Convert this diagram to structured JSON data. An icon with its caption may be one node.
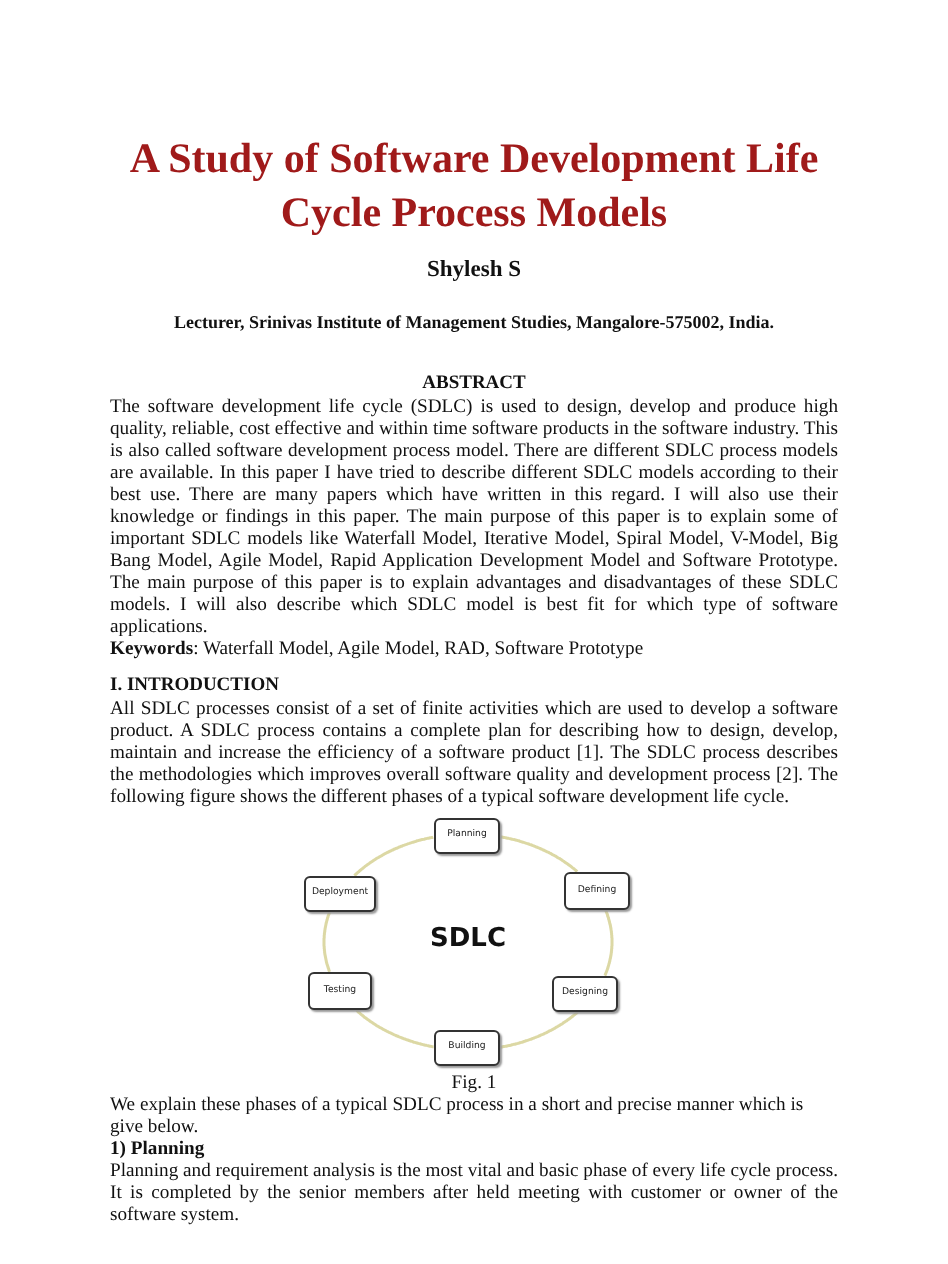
{
  "diagram": {
    "title": "A Study of Software Development Life Cycle Process Models",
    "nodes": [
      {
        "text": [
          "Planning"
        ]
      },
      {
        "text": [
          "Defining"
        ]
      },
      {
        "text": [
          "Designing"
        ]
      },
      {
        "text": [
          "Building"
        ]
      },
      {
        "text": [
          "Testing"
        ]
      },
      {
        "text": [
          "Deployment"
        ]
      }
    ],
    "edges": [
      {
        "from": 0,
        "to": 1,
        "arrow": "none"
      },
      {
        "from": 1,
        "to": 2,
        "arrow": "none"
      },
      {
        "from": 2,
        "to": 3,
        "arrow": "none"
      },
      {
        "from": 3,
        "to": 4,
        "arrow": "none"
      },
      {
        "from": 4,
        "to": 5,
        "arrow": "none"
      },
      {
        "from": 5,
        "to": 0,
        "arrow": "none"
      }
    ],
    "labels": [
      "Shylesh S",
      "Lecturer, Srinivas Institute of Management Studies, Mangalore-575002, India.",
      "ABSTRACT",
      "The software development life cycle (SDLC) is used to design, develop and produce high quality, reliable, cost effective and within time software products in the software industry. This is also called software development process model. There are different SDLC process models are available. In this paper I have tried to describe different SDLC models according to their best use. There are many papers which have written in this regard. I will also use their knowledge or findings in this paper. The main purpose of this paper is to explain some of important SDLC models like Waterfall Model, Iterative Model, Spiral Model, V-Model, Big Bang Model, Agile Model, Rapid Application Development Model and Software Prototype. The main purpose of this paper is to explain advantages and disadvantages of these SDLC models. I will also describe which SDLC model is best fit for which type of software applications.",
      "**Keywords**: Waterfall Model, Agile Model, RAD, Software Prototype",
      "I. INTRODUCTION",
      "All SDLC processes consist of a set of finite activities which are used to develop a software product. A SDLC process contains a complete plan for describing how to design, develop, maintain and increase the efficiency of a software product [1]. The SDLC process describes the methodologies which improves overall software quality and development process [2]. The following figure shows the different phases of a typical software development life cycle.",
      "SDLC",
      "Fig. 1",
      "We explain these phases of a typical SDLC process in a short and precise manner which is give below.",
      "1) Planning",
      "Planning and requirement analysis is the most vital and basic phase of every life cycle process. It is completed by the senior members after held meeting with customer or owner of the software system."
    ]
  }
}
